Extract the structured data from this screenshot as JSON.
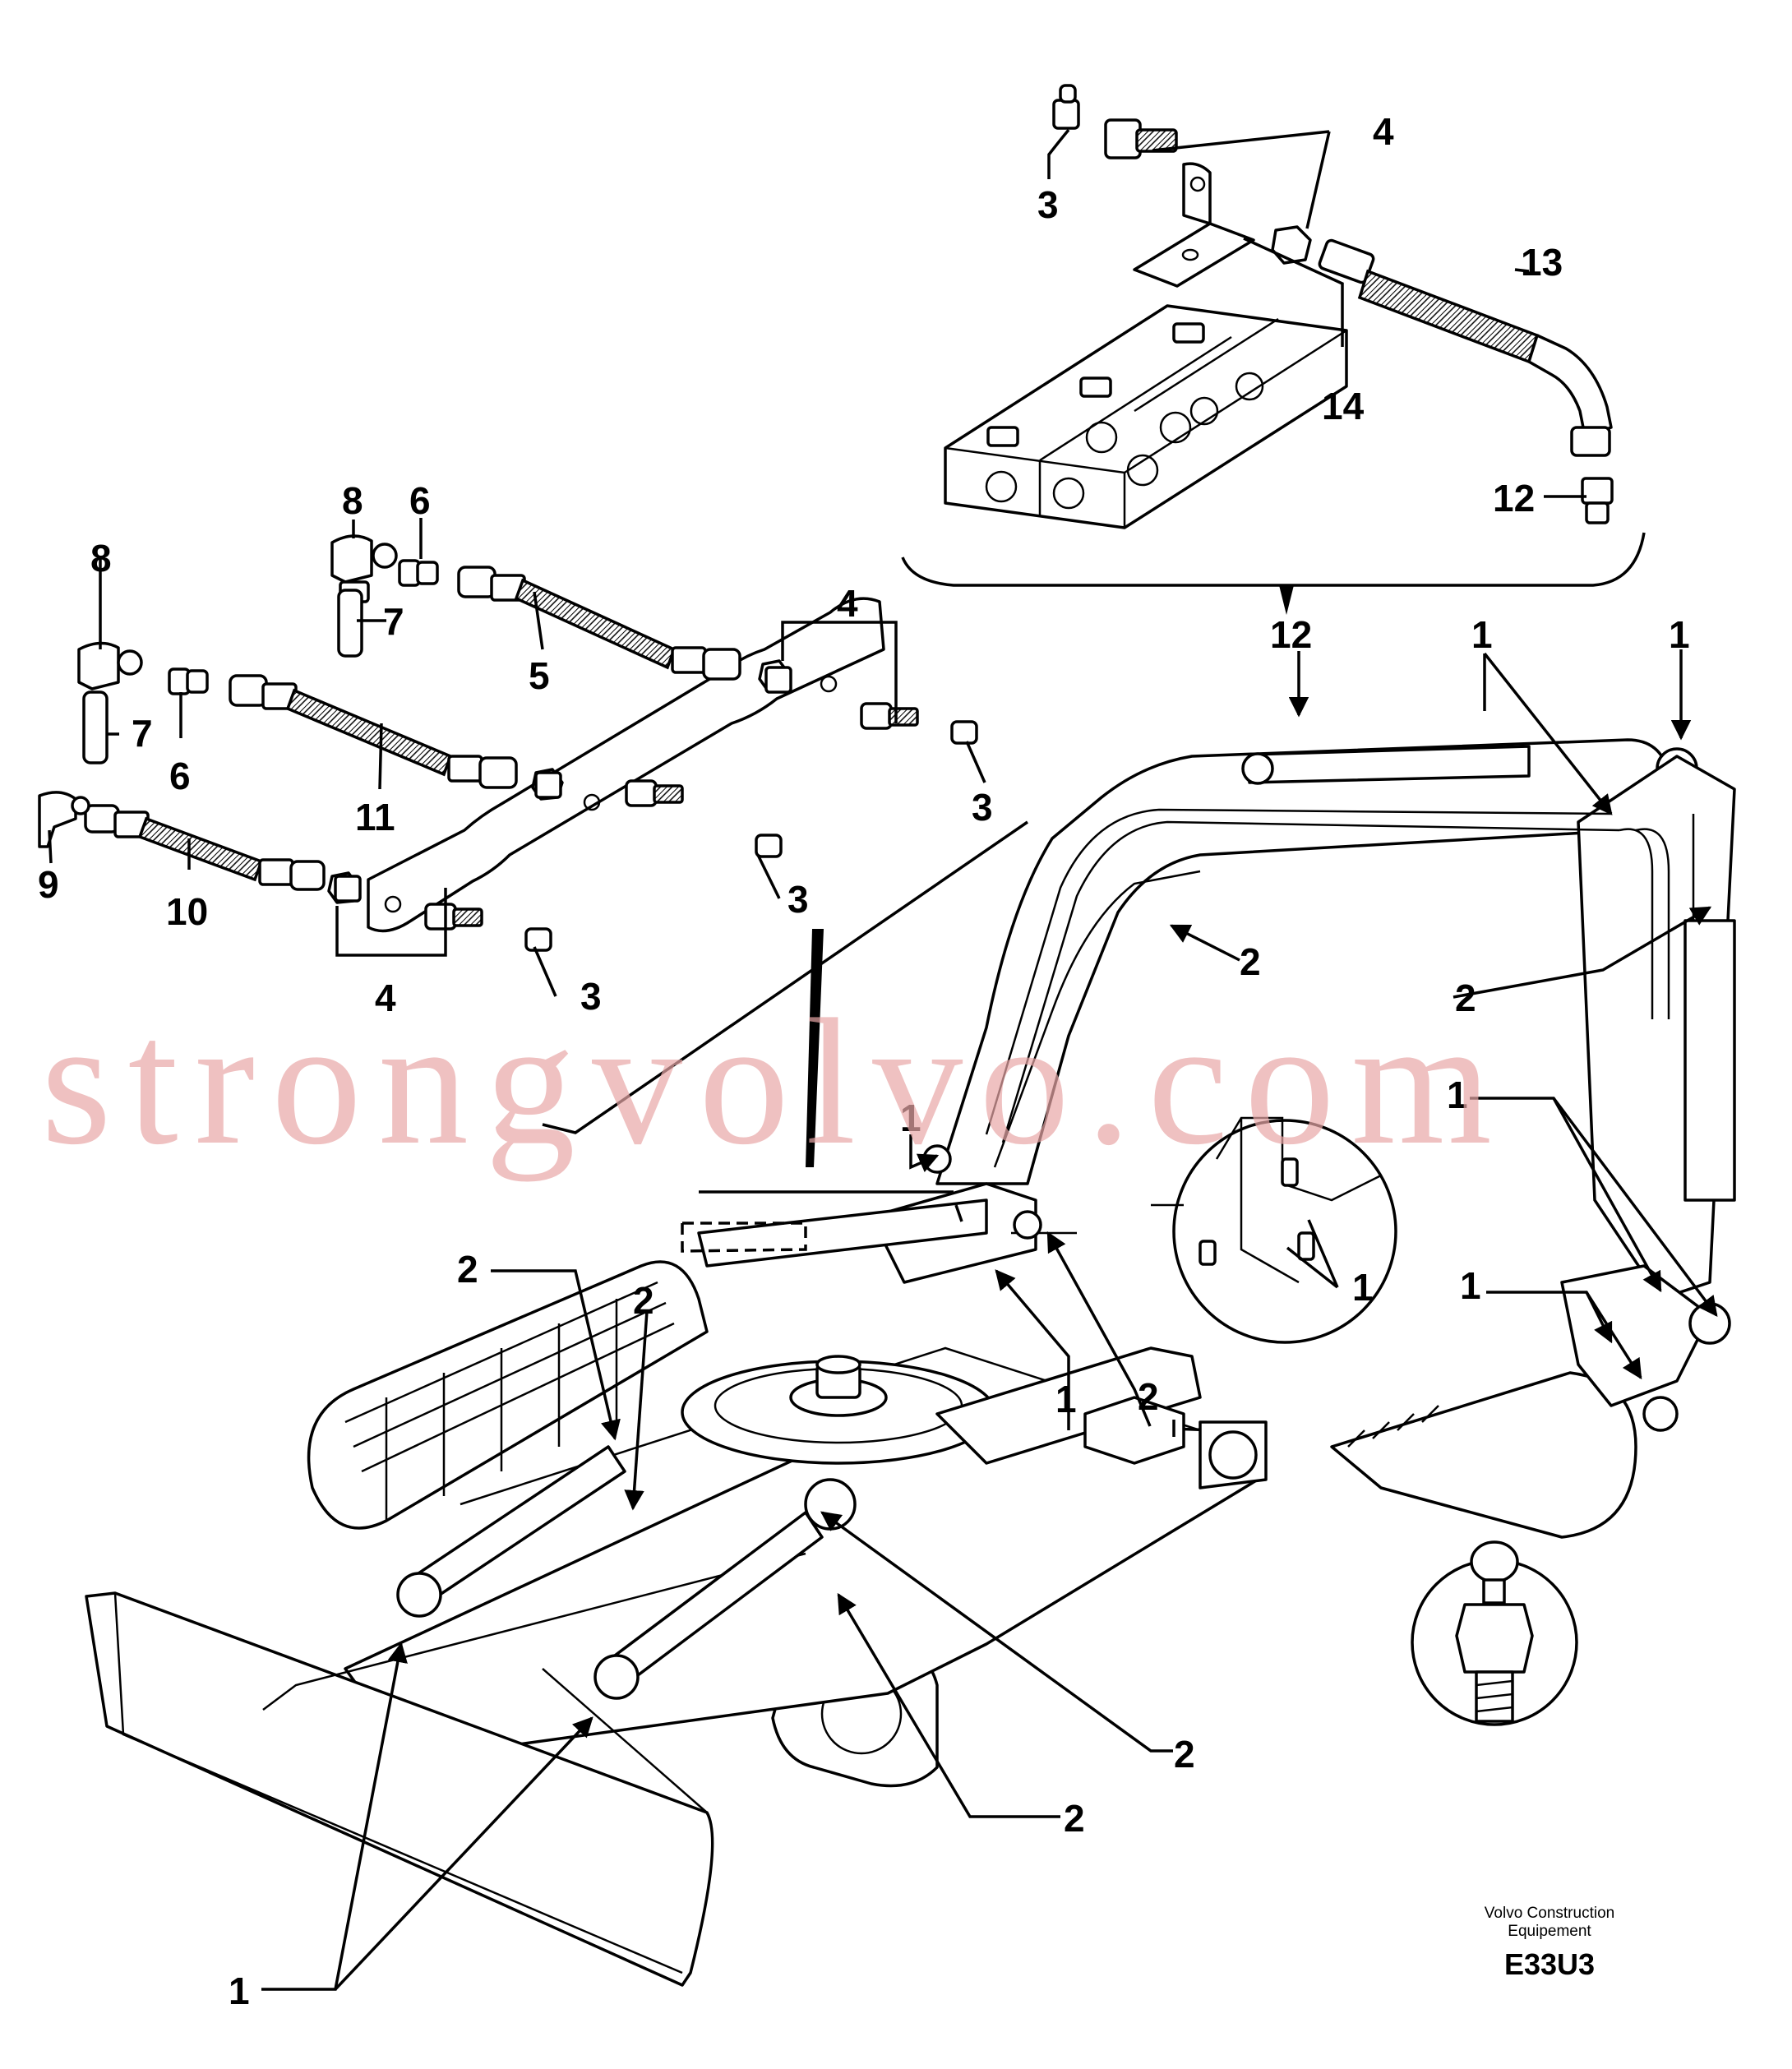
{
  "callouts": {
    "c1": "1",
    "c2": "2",
    "c3": "3",
    "c4": "4",
    "c5": "5",
    "c6": "6",
    "c7": "7",
    "c8": "8",
    "c9": "9",
    "c10": "10",
    "c11": "11",
    "c12": "12",
    "c13": "13",
    "c14": "14"
  },
  "watermark": "strongvolvo.com",
  "credit": {
    "line1": "Volvo Construction",
    "line2": "Equipement",
    "code": "E33U3"
  }
}
